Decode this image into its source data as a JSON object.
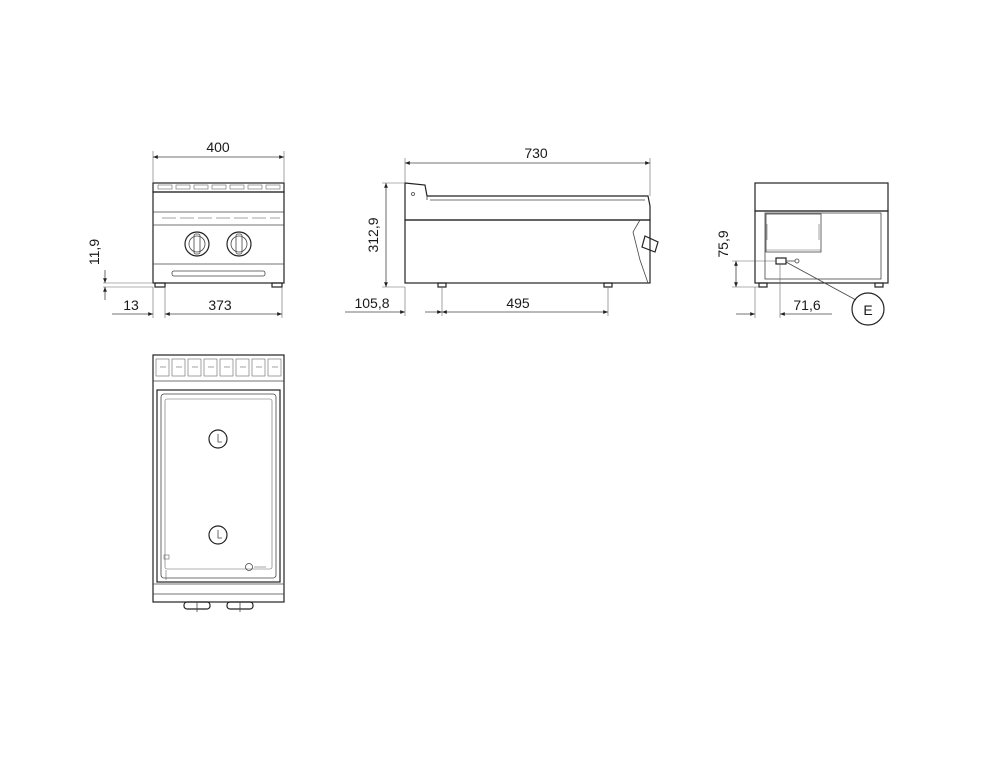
{
  "dimensions": {
    "front_width": "400",
    "front_foot_height": "11,9",
    "front_offset": "13",
    "front_inner_width": "373",
    "side_depth": "730",
    "side_height": "312,9",
    "side_offset": "105,8",
    "side_foot_span": "495",
    "rear_connection_height": "75,9",
    "rear_connection_offset": "71,6"
  },
  "callouts": {
    "connection_label": "E"
  }
}
